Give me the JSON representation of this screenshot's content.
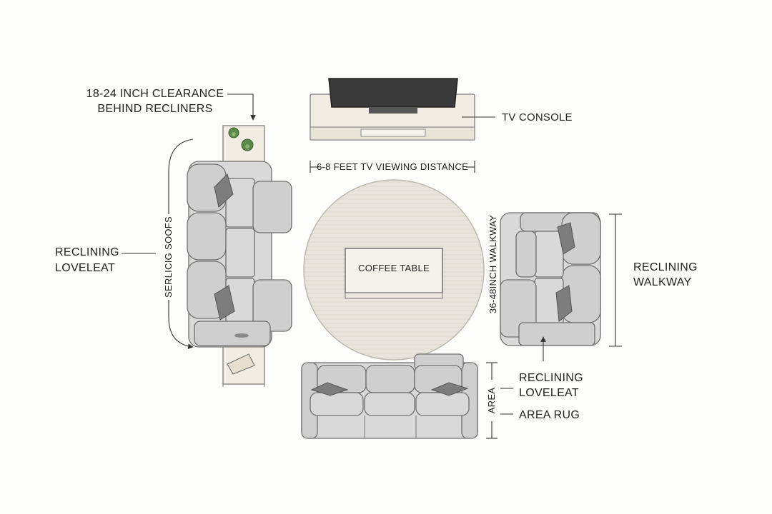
{
  "labels": {
    "clearance_line1": "18-24 INCH CLEARANCE",
    "clearance_line2": "BEHIND RECLINERS",
    "tv_console": "TV CONSOLE",
    "viewing_distance": "6-8 FEET TV VIEWING DISTANCE",
    "left_loveseat_line1": "RECLINING",
    "left_loveseat_line2": "LOVELEAT",
    "vertical_sofa": "SERLICIG SOOFS",
    "coffee_table": "COFFEE TABLE",
    "walkway_vertical": "36-48INCH WALKWAY",
    "right_walkway_line1": "RECLINING",
    "right_walkway_line2": "WALKWAY",
    "bottom_loveseat_line1": "RECLINING",
    "bottom_loveseat_line2": "LOVELEAT",
    "area_vertical": "AREA",
    "area_rug": "AREA RUG"
  },
  "colors": {
    "upholstery": "#d9d9d9",
    "pillow": "#7d7d7d",
    "rug": "#e8e4dc",
    "wood": "#f1ede3",
    "tv_screen": "#3a3a3a"
  }
}
